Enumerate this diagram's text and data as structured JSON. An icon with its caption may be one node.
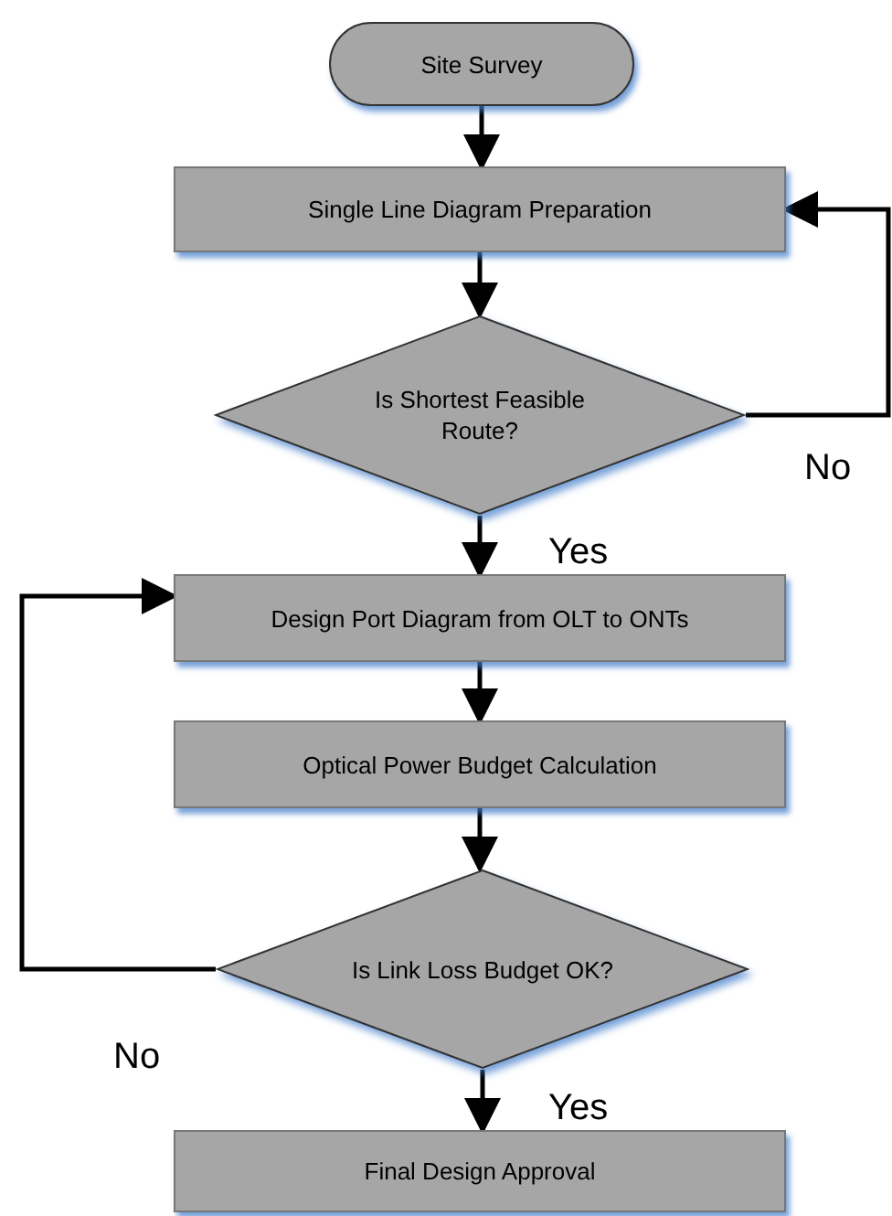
{
  "diagram": {
    "nodes": [
      {
        "text": [
          "Site Survey"
        ]
      },
      {
        "text": [
          "Single Line Diagram Preparation"
        ]
      },
      {
        "text": [
          "Is Shortest Feasible Route?"
        ]
      },
      {
        "text": [
          "Design Port Diagram from OLT to ONTs"
        ]
      },
      {
        "text": [
          "Optical Power Budget Calculation"
        ]
      },
      {
        "text": [
          "Is Link Loss Budget OK?"
        ]
      },
      {
        "text": [
          "Final Design Approval"
        ]
      }
    ],
    "edges": [
      {
        "from": 0,
        "to": 1,
        "arrow": "to"
      },
      {
        "from": 1,
        "to": 2,
        "arrow": "to"
      },
      {
        "from": 2,
        "to": 3,
        "arrow": "to",
        "label": "Yes"
      },
      {
        "from": 2,
        "to": 1,
        "arrow": "to",
        "label": "No"
      },
      {
        "from": 3,
        "to": 4,
        "arrow": "to"
      },
      {
        "from": 4,
        "to": 5,
        "arrow": "to"
      },
      {
        "from": 5,
        "to": 6,
        "arrow": "to",
        "label": "Yes"
      },
      {
        "from": 5,
        "to": 3,
        "arrow": "to",
        "label": "No"
      }
    ]
  }
}
